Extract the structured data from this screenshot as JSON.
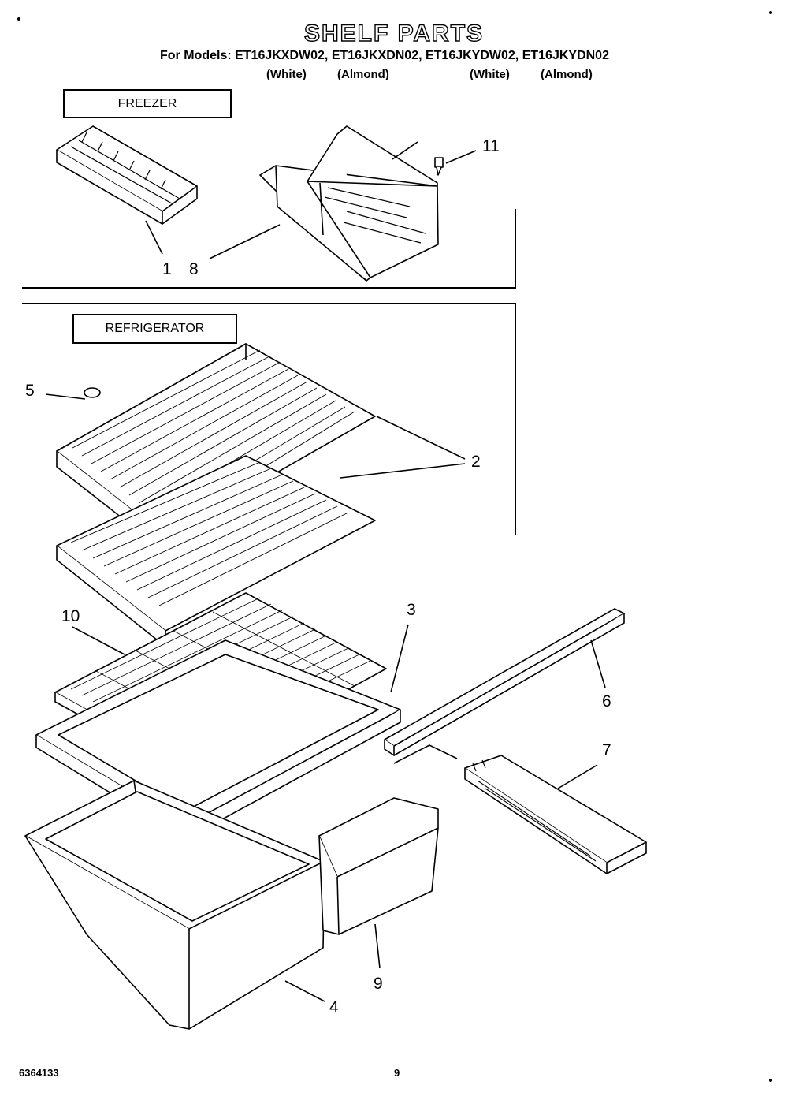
{
  "header": {
    "title": "SHELF PARTS",
    "models_line": "For Models: ET16JKXDW02, ET16JKXDN02, ET16JKYDW02, ET16JKYDN02",
    "finishes": [
      "(White)",
      "(Almond)",
      "(White)",
      "(Almond)"
    ]
  },
  "sections": {
    "freezer": "FREEZER",
    "refrigerator": "REFRIGERATOR"
  },
  "callouts": {
    "c1": "1",
    "c2": "2",
    "c3": "3",
    "c4": "4",
    "c5": "5",
    "c6": "6",
    "c7": "7",
    "c8": "8",
    "c9": "9",
    "c10": "10",
    "c11": "11"
  },
  "footer": {
    "doc_number": "6364133",
    "page_number": "9"
  }
}
